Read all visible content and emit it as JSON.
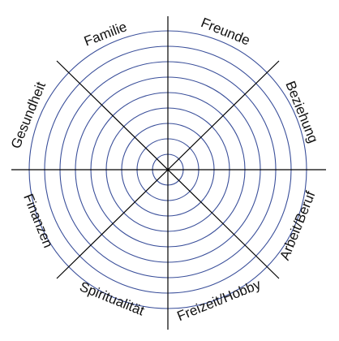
{
  "wheel": {
    "ring_color": "#3a4f9a",
    "axis_color": "#000000",
    "ring_count": 9,
    "categories": [
      "Familie",
      "Freunde",
      "Beziehung",
      "Arbeit/Beruf",
      "Freizeit/Hobby",
      "Spiritualität",
      "Finanzen",
      "Gesundheit"
    ]
  }
}
